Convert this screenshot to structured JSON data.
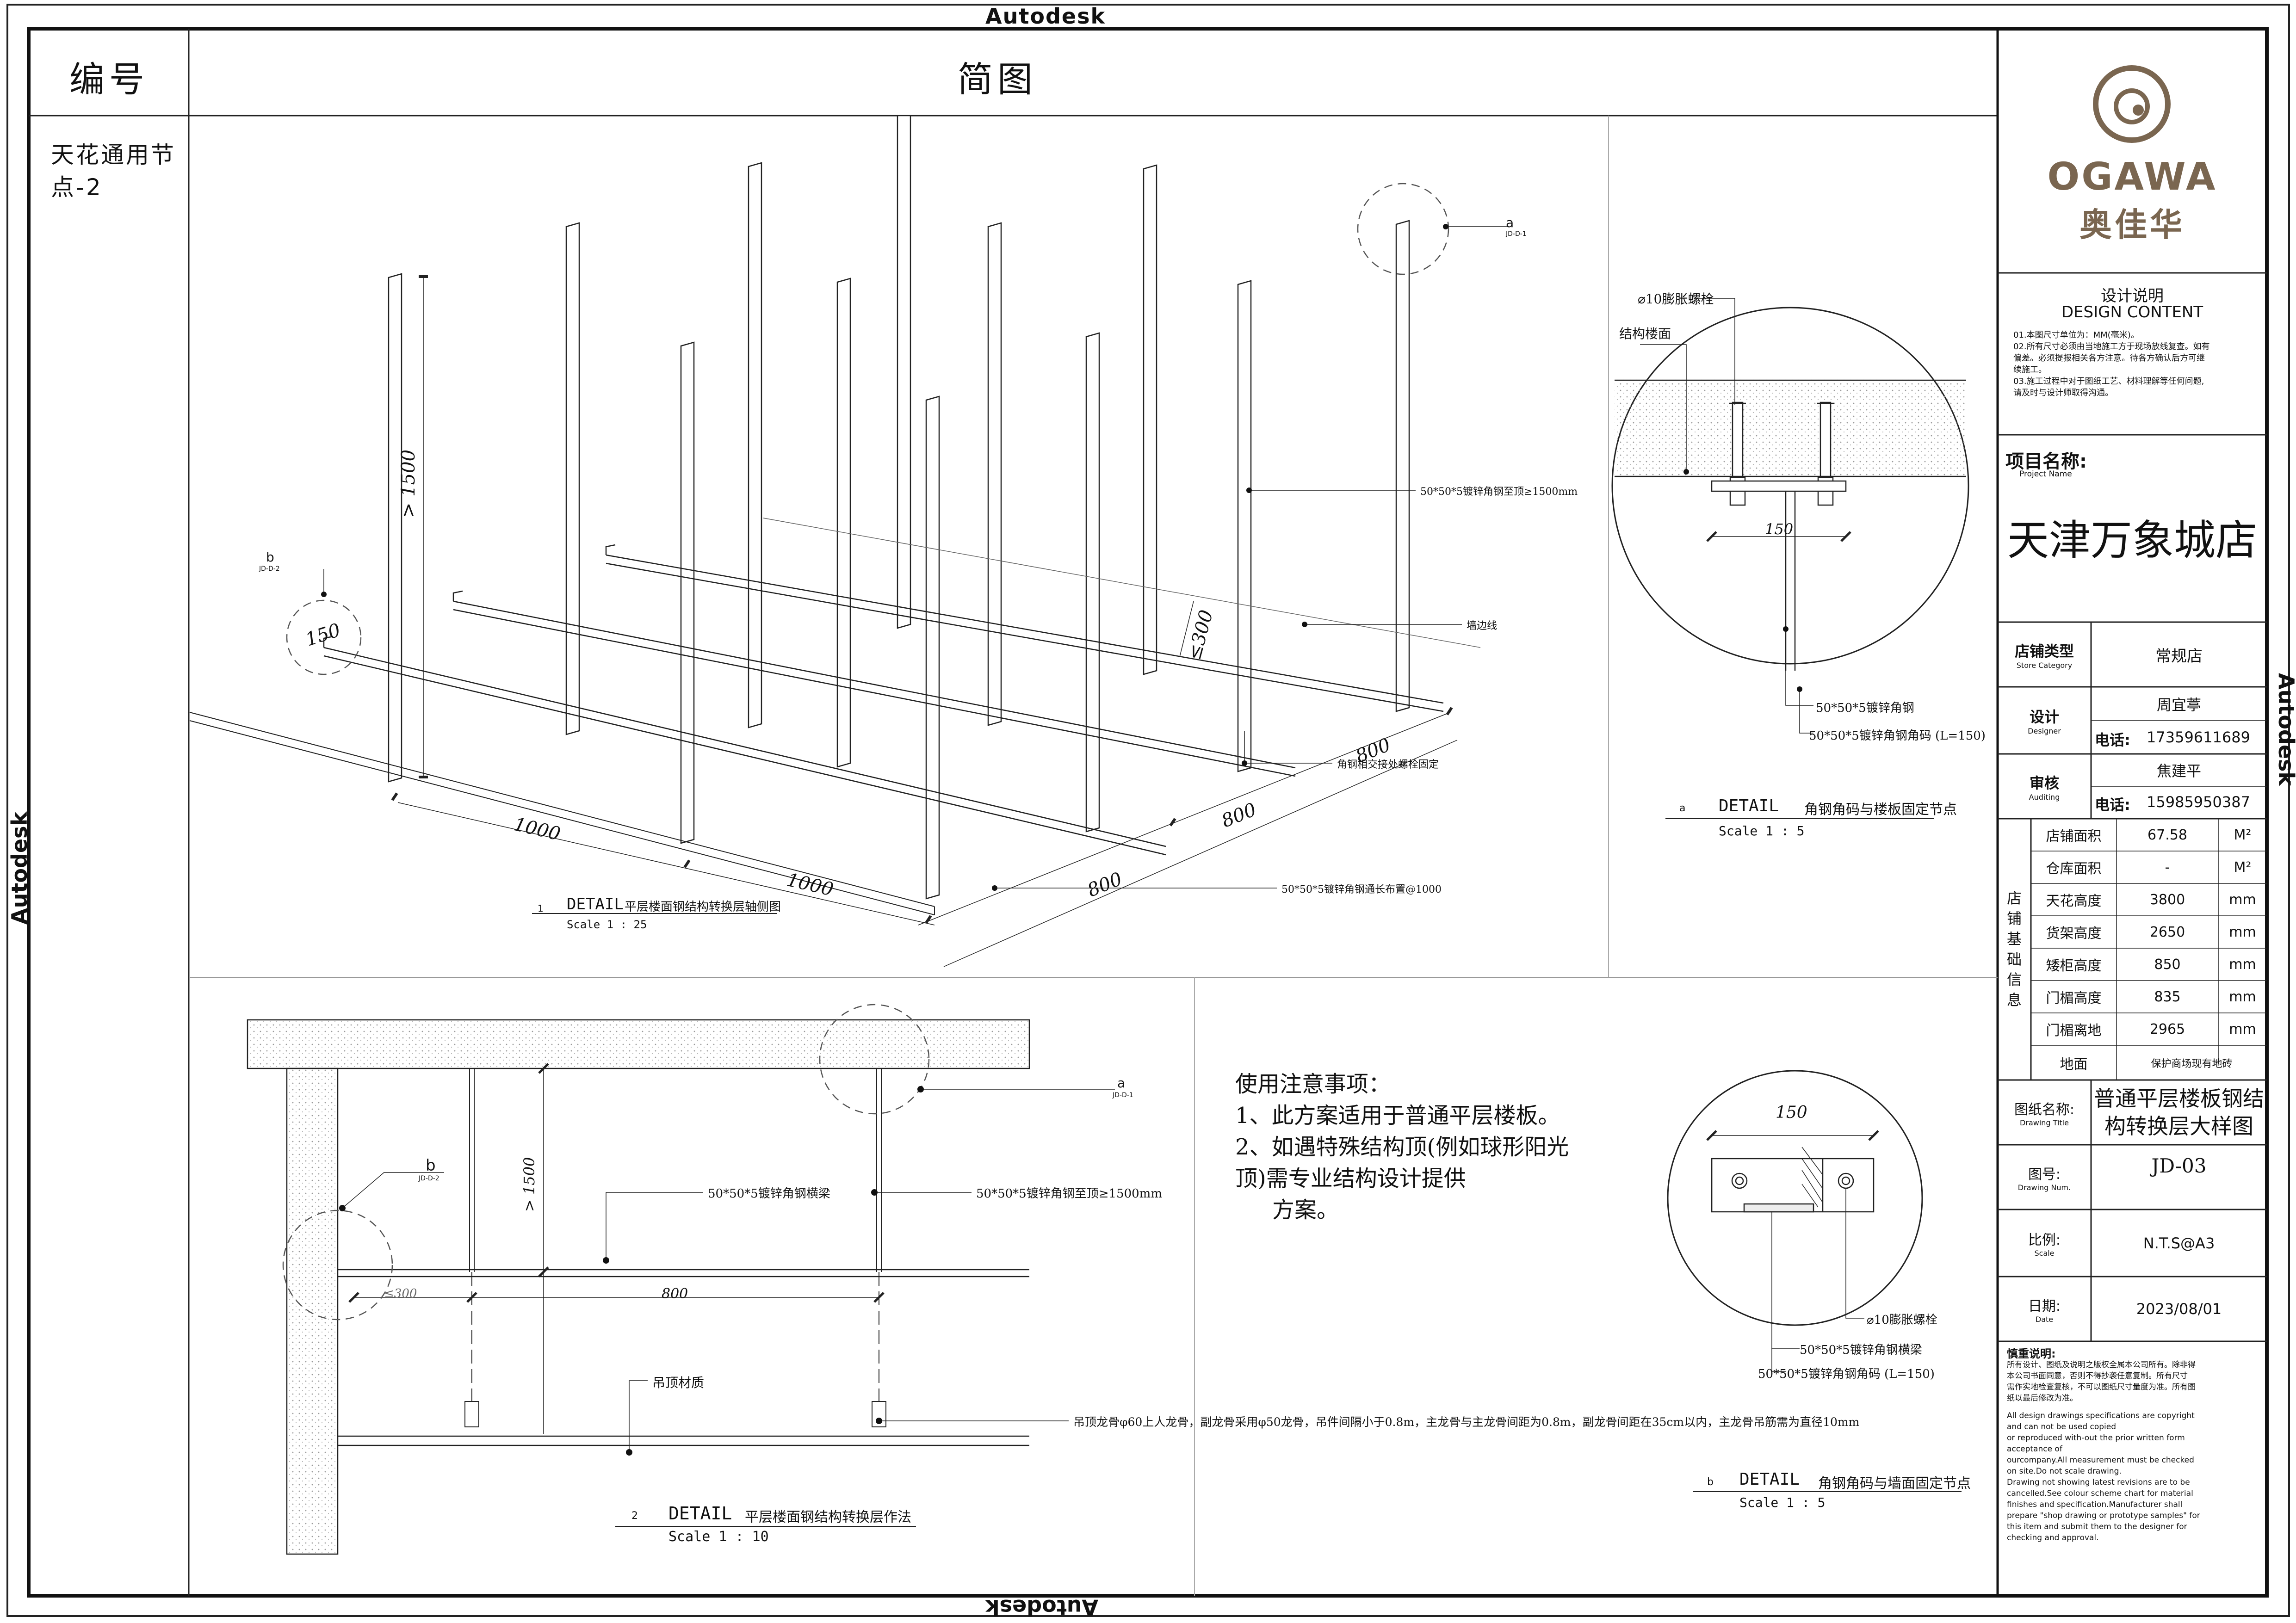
{
  "watermark": {
    "top": "Autodesk",
    "bottom": "Autodesk",
    "left": "Autodesk",
    "right": "Autodesk"
  },
  "header": {
    "number_label": "编号",
    "diagram_label": "简图"
  },
  "sidebar": {
    "node_name_line1": "天花通用节",
    "node_name_line2": "点-2"
  },
  "detail1": {
    "tag": "DETAIL",
    "number": "1",
    "title": "平层楼面钢结构转换层轴侧图",
    "scale": "Scale 1 : 25",
    "callout_a": "a",
    "callout_a_ref": "JD-D-1",
    "callout_b": "b",
    "callout_b_ref": "JD-D-2",
    "dim_1500": "> 1500",
    "dim_150": "150",
    "dim_300": "≤300",
    "dim_1000_a": "1000",
    "dim_1000_b": "1000",
    "dim_800_a": "800",
    "dim_800_b": "800",
    "dim_800_c": "800",
    "note_vertical": "50*50*5镀锌角钢至顶≥1500mm",
    "note_wall": "墙边线",
    "note_joint": "角钢相交接处螺栓固定",
    "note_long": "50*50*5镀锌角钢通长布置@1000"
  },
  "detailA": {
    "tag": "DETAIL",
    "letter": "a",
    "title": "角钢角码与楼板固定节点",
    "scale": "Scale 1 : 5",
    "bolt": "⌀10膨胀螺栓",
    "slab": "结构楼面",
    "dim_150": "150",
    "note_angle": "50*50*5镀锌角钢",
    "note_code": "50*50*5镀锌角钢角码 (L=150)"
  },
  "detail2": {
    "tag": "DETAIL",
    "number": "2",
    "title": "平层楼面钢结构转换层作法",
    "scale": "Scale 1 : 10",
    "callout_a": "a",
    "callout_a_ref": "JD-D-1",
    "callout_b": "b",
    "callout_b_ref": "JD-D-2",
    "dim_1500": "> 1500",
    "dim_300": "≤300",
    "dim_800": "800",
    "note_beam": "50*50*5镀锌角钢横梁",
    "note_vertical": "50*50*5镀锌角钢至顶≥1500mm",
    "note_material": "吊顶材质",
    "note_keel": "吊顶龙骨φ60上人龙骨，副龙骨采用φ50龙骨，吊件间隔小于0.8m，主龙骨与主龙骨间距为0.8m，副龙骨间距在35cm以内，主龙骨吊筋需为直径10mm"
  },
  "usage": {
    "title": "使用注意事项：",
    "line1": "1、此方案适用于普通平层楼板。",
    "line2": "2、如遇特殊结构顶(例如球形阳光",
    "line3": "顶)需专业结构设计提供",
    "line4": "方案。"
  },
  "detailB": {
    "tag": "DETAIL",
    "letter": "b",
    "title": "角钢角码与墙面固定节点",
    "scale": "Scale 1 : 5",
    "dim_150": "150",
    "bolt": "⌀10膨胀螺栓",
    "note_beam": "50*50*5镀锌角钢横梁",
    "note_code": "50*50*5镀锌角钢角码 (L=150)"
  },
  "titleblock": {
    "brand": "OGAWA",
    "brand_cn": "奥佳华",
    "design_title_cn": "设计说明",
    "design_title_en": "DESIGN CONTENT",
    "design_notes": [
      "01.本图尺寸单位为：MM(毫米)。",
      "02.所有尺寸必须由当地施工方于现场放线复查。如有",
      "偏差。必须提报相关各方注意。待各方确认后方可继",
      "续施工。",
      "03.施工过程中对于图纸工艺、材料理解等任何问题,",
      "请及时与设计师取得沟通。"
    ],
    "project_label": "项目名称:",
    "project_label_en": "Project Name",
    "project_name": "天津万象城店",
    "store_cat_label": "店铺类型",
    "store_cat_label_en": "Store Category",
    "store_cat_value": "常规店",
    "designer_label": "设计",
    "designer_label_en": "Designer",
    "designer_name": "周宜葶",
    "phone_label": "电话:",
    "designer_phone": "17359611689",
    "audit_label": "审核",
    "audit_label_en": "Auditing",
    "auditor_name": "焦建平",
    "auditor_phone": "15985950387",
    "info_group_label": "店铺基础信息",
    "info_rows": [
      {
        "label": "店铺面积",
        "value": "67.58",
        "unit": "M²"
      },
      {
        "label": "仓库面积",
        "value": "-",
        "unit": "M²"
      },
      {
        "label": "天花高度",
        "value": "3800",
        "unit": "mm"
      },
      {
        "label": "货架高度",
        "value": "2650",
        "unit": "mm"
      },
      {
        "label": "矮柜高度",
        "value": "850",
        "unit": "mm"
      },
      {
        "label": "门楣高度",
        "value": "835",
        "unit": "mm"
      },
      {
        "label": "门楣离地",
        "value": "2965",
        "unit": "mm"
      },
      {
        "label": "地面",
        "value": "保护商场现有地砖",
        "unit": ""
      }
    ],
    "drawing_title_label": "图纸名称:",
    "drawing_title_label_en": "Drawing Title",
    "drawing_title_line1": "普通平层楼板钢结",
    "drawing_title_line2": "构转换层大样图",
    "drawing_num_label": "图号:",
    "drawing_num_label_en": "Drawing Num.",
    "drawing_num": "JD-03",
    "scale_label": "比例:",
    "scale_label_en": "Scale",
    "scale_value": "N.T.S@A3",
    "date_label": "日期:",
    "date_label_en": "Date",
    "date_value": "2023/08/01",
    "notice_title": "慎重说明:",
    "notice_cn": [
      "所有设计、图纸及说明之版权全属本公司所有。除非得",
      "本公司书面同意，否则不得抄袭任意复制。所有尺寸",
      "需作实地检查复核，不可以图纸尺寸量度为准。所有图",
      "纸以最后修改为准。"
    ],
    "notice_en": [
      "All design drawings specifications are copyright",
      "and can not be used copied",
      "or reproduced with-out the prior written form",
      "acceptance of",
      "ourcompany.All measurement must be checked",
      "on site.Do not scale drawing.",
      "Drawing not showing latest revisions are to be",
      "cancelled.See colour scheme chart for material",
      "finishes and specification.Manufacturer shall",
      "prepare \"shop drawing or prototype samples\" for",
      "this item and submit them to the designer for",
      "checking and approval."
    ]
  },
  "colors": {
    "line": "#1a1a1a",
    "brand": "#7a6650",
    "hatch": "#d9d9d9"
  }
}
